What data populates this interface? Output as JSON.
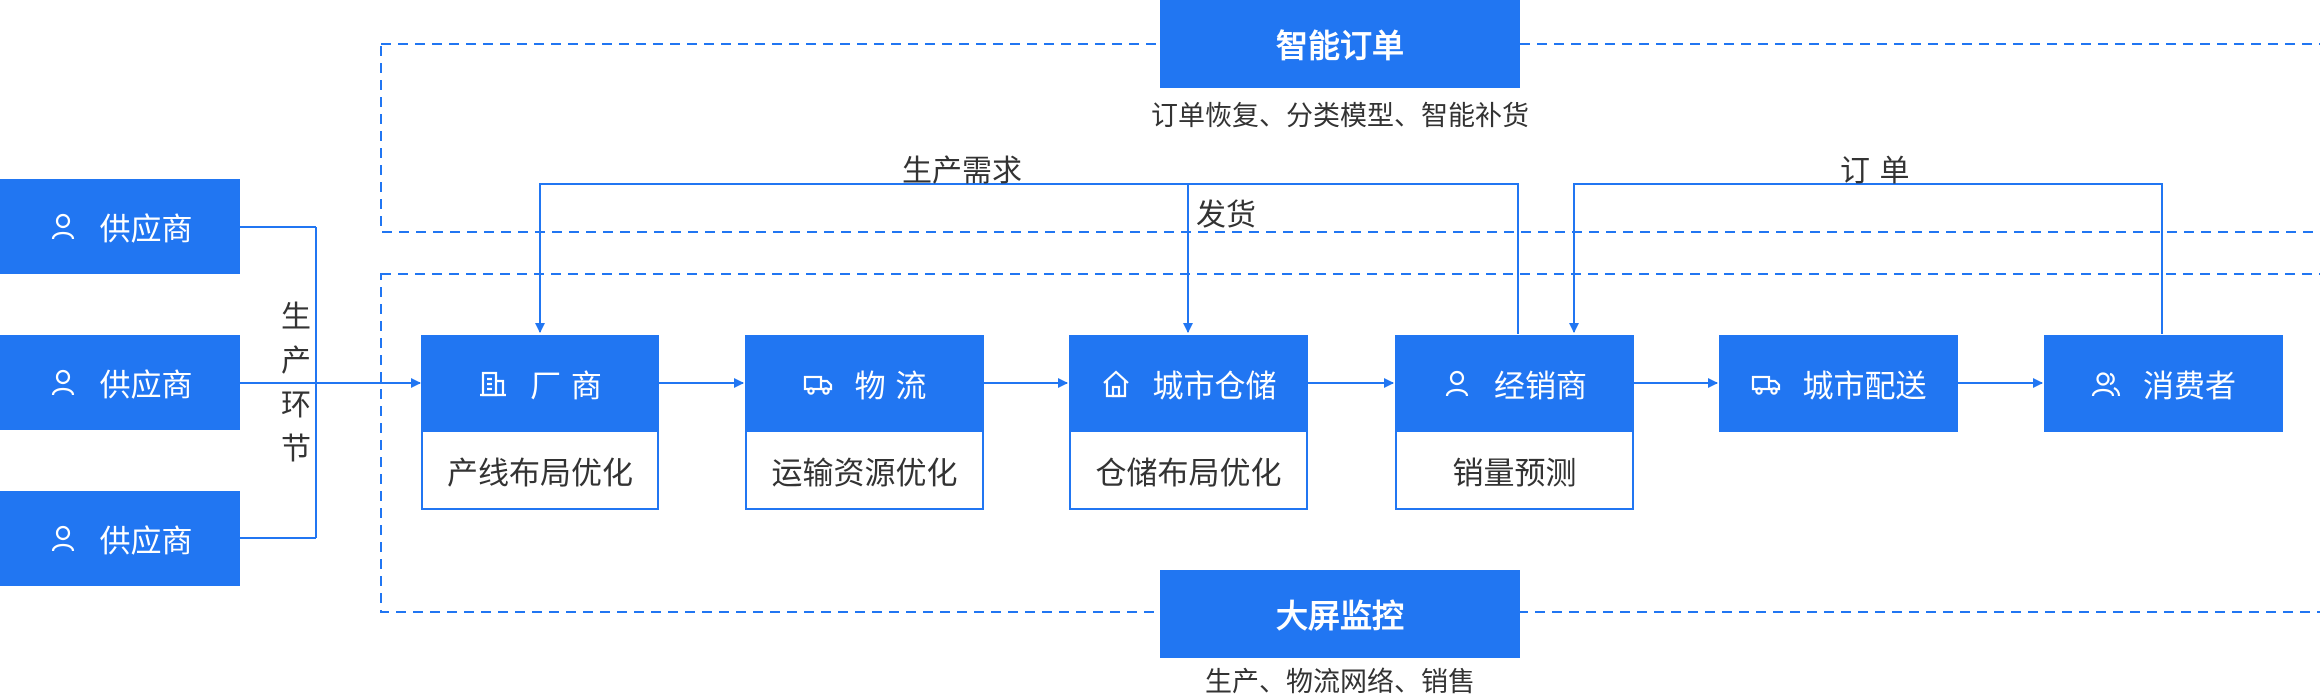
{
  "smart_order": {
    "title": "智能订单",
    "caption": "订单恢复、分类模型、智能补货"
  },
  "big_screen": {
    "title": "大屏监控",
    "caption": "生产、物流网络、销售"
  },
  "suppliers": [
    "供应商",
    "供应商",
    "供应商"
  ],
  "production_link_label": [
    "生",
    "产",
    "环",
    "节"
  ],
  "nodes": [
    {
      "label": "厂 商",
      "icon": "building-icon",
      "sub": "产线布局优化"
    },
    {
      "label": "物 流",
      "icon": "truck-icon",
      "sub": "运输资源优化"
    },
    {
      "label": "城市仓储",
      "icon": "home-icon",
      "sub": "仓储布局优化"
    },
    {
      "label": "经销商",
      "icon": "user-icon",
      "sub": "销量预测"
    },
    {
      "label": "城市配送",
      "icon": "truck-icon",
      "sub": ""
    },
    {
      "label": "消费者",
      "icon": "users-icon",
      "sub": ""
    }
  ],
  "flow_labels": {
    "production_demand": "生产需求",
    "shipping": "发货",
    "order": "订 单"
  },
  "colors": {
    "primary": "#2176f2",
    "text": "#333333"
  }
}
